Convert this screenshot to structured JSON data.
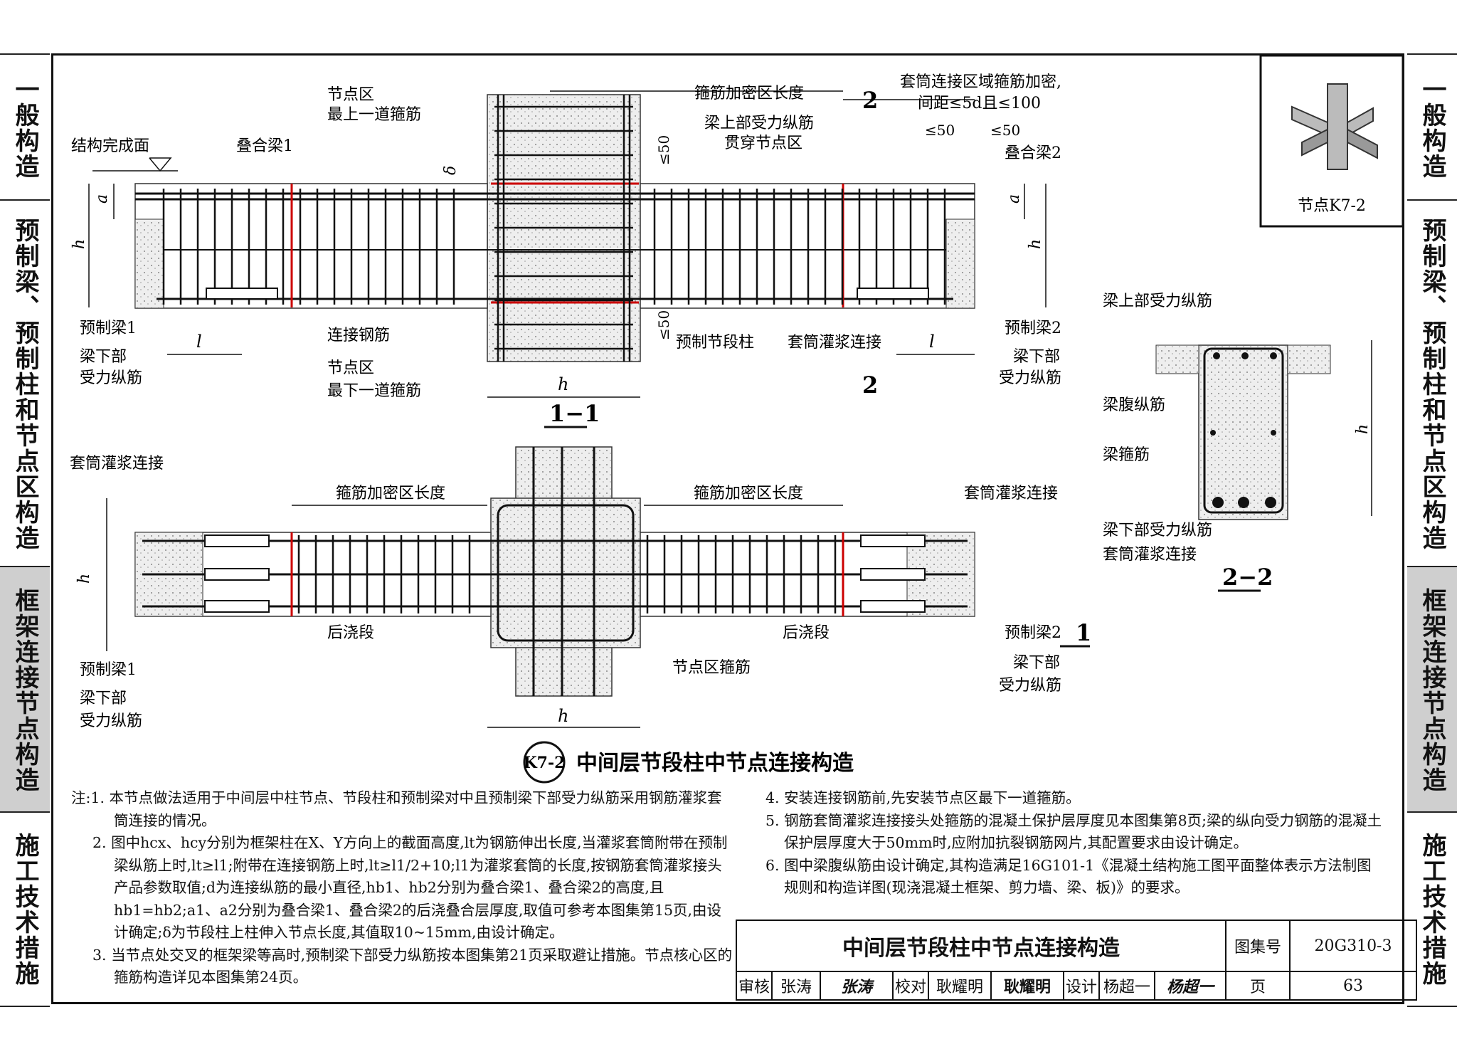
{
  "tabs": [
    {
      "label": "一般构造",
      "active": false
    },
    {
      "label": "预制梁、预制柱和节点区构造",
      "active": false
    },
    {
      "label": "框架连接节点构造",
      "active": true
    },
    {
      "label": "施工技术措施",
      "active": false
    }
  ],
  "node_card": {
    "label": "节点K7-2",
    "icon": "node-k7-2-3d-joint"
  },
  "section11": {
    "labels": {
      "finish_surface": "结构完成面",
      "lam_beam1": "叠合梁1",
      "node_top_stirrup_1": "节点区",
      "node_top_stirrup_2": "最上一道箍筋",
      "dense_length": "箍筋加密区长度",
      "beam_top_bars_1": "梁上部受力纵筋",
      "beam_top_bars_2": "贯穿节点区",
      "sleeve_dense_1": "套筒连接区域箍筋加密,",
      "sleeve_dense_2": "间距≤5d且≤100",
      "le50_a": "≤50",
      "le50_b": "≤50",
      "le50_top": "≤50",
      "le50_bot": "≤50",
      "lam_beam2": "叠合梁2",
      "precast_beam1": "预制梁1",
      "beam_bottom_bars_1": "梁下部",
      "beam_bottom_bars_2": "受力纵筋",
      "conn_bar": "连接钢筋",
      "node_bot_stirrup_1": "节点区",
      "node_bot_stirrup_2": "最下一道箍筋",
      "precast_column": "预制节段柱",
      "sleeve_grout": "套筒灌浆连接",
      "precast_beam2": "预制梁2",
      "beam_bottom_bars_r1": "梁下部",
      "beam_bottom_bars_r2": "受力纵筋",
      "lt_left": "l",
      "lt_right": "l",
      "hcx": "h",
      "hb1": "h",
      "hb2": "h",
      "a1": "a",
      "a2": "a",
      "delta": "δ",
      "cut2": "2",
      "title": "1−1"
    }
  },
  "plan": {
    "labels": {
      "sleeve_grout_left": "套筒灌浆连接",
      "sleeve_grout_right": "套筒灌浆连接",
      "dense_left": "箍筋加密区长度",
      "dense_right": "箍筋加密区长度",
      "hcy": "h",
      "precast_beam1": "预制梁1",
      "beam_bottom_bars_1": "梁下部",
      "beam_bottom_bars_2": "受力纵筋",
      "post_cast_left": "后浇段",
      "post_cast_right": "后浇段",
      "node_stirrup": "节点区箍筋",
      "precast_beam2": "预制梁2",
      "beam_bottom_bars_r1": "梁下部",
      "beam_bottom_bars_r2": "受力纵筋",
      "hcx": "h",
      "cut1": "1"
    }
  },
  "section22": {
    "labels": {
      "top_bars": "梁上部受力纵筋",
      "web_bars": "梁腹纵筋",
      "stirrup": "梁箍筋",
      "bottom_bars": "梁下部受力纵筋",
      "sleeve": "套筒灌浆连接",
      "hb2": "h",
      "title": "2−2"
    }
  },
  "detail_title": {
    "code": "K7-2",
    "text": "中间层节段柱中节点连接构造"
  },
  "notes_left": [
    "注:1. 本节点做法适用于中间层中柱节点、节段柱和预制梁对中且预制梁下部受力纵筋采用钢筋灌浆套筒连接的情况。",
    "2. 图中hcx、hcy分别为框架柱在X、Y方向上的截面高度,lt为钢筋伸出长度,当灌浆套筒附带在预制梁纵筋上时,lt≥l1;附带在连接钢筋上时,lt≥l1/2+10;l1为灌浆套筒的长度,按钢筋套筒灌浆接头产品参数取值;d为连接纵筋的最小直径,hb1、hb2分别为叠合梁1、叠合梁2的高度,且hb1=hb2;a1、a2分别为叠合梁1、叠合梁2的后浇叠合层厚度,取值可参考本图集第15页,由设计确定;δ为节段柱上柱伸入节点长度,其值取10~15mm,由设计确定。",
    "3. 当节点处交叉的框架梁等高时,预制梁下部受力纵筋按本图集第21页采取避让措施。节点核心区的箍筋构造详见本图集第24页。"
  ],
  "notes_right": [
    "4. 安装连接钢筋前,先安装节点区最下一道箍筋。",
    "5. 钢筋套筒灌浆连接接头处箍筋的混凝土保护层厚度见本图集第8页;梁的纵向受力钢筋的混凝土保护层厚度大于50mm时,应附加抗裂钢筋网片,其配置要求由设计确定。",
    "6. 图中梁腹纵筋由设计确定,其构造满足16G101-1《混凝土结构施工图平面整体表示方法制图规则和构造详图(现浇混凝土框架、剪力墙、梁、板)》的要求。"
  ],
  "title_block": {
    "title": "中间层节段柱中节点连接构造",
    "atlas_label": "图集号",
    "atlas_no": "20G310-3",
    "review_label": "审核",
    "reviewer": "张涛",
    "check_label": "校对",
    "checker": "耿耀明",
    "design_label": "设计",
    "designer": "杨超一",
    "page_label": "页",
    "page_no": "63"
  }
}
